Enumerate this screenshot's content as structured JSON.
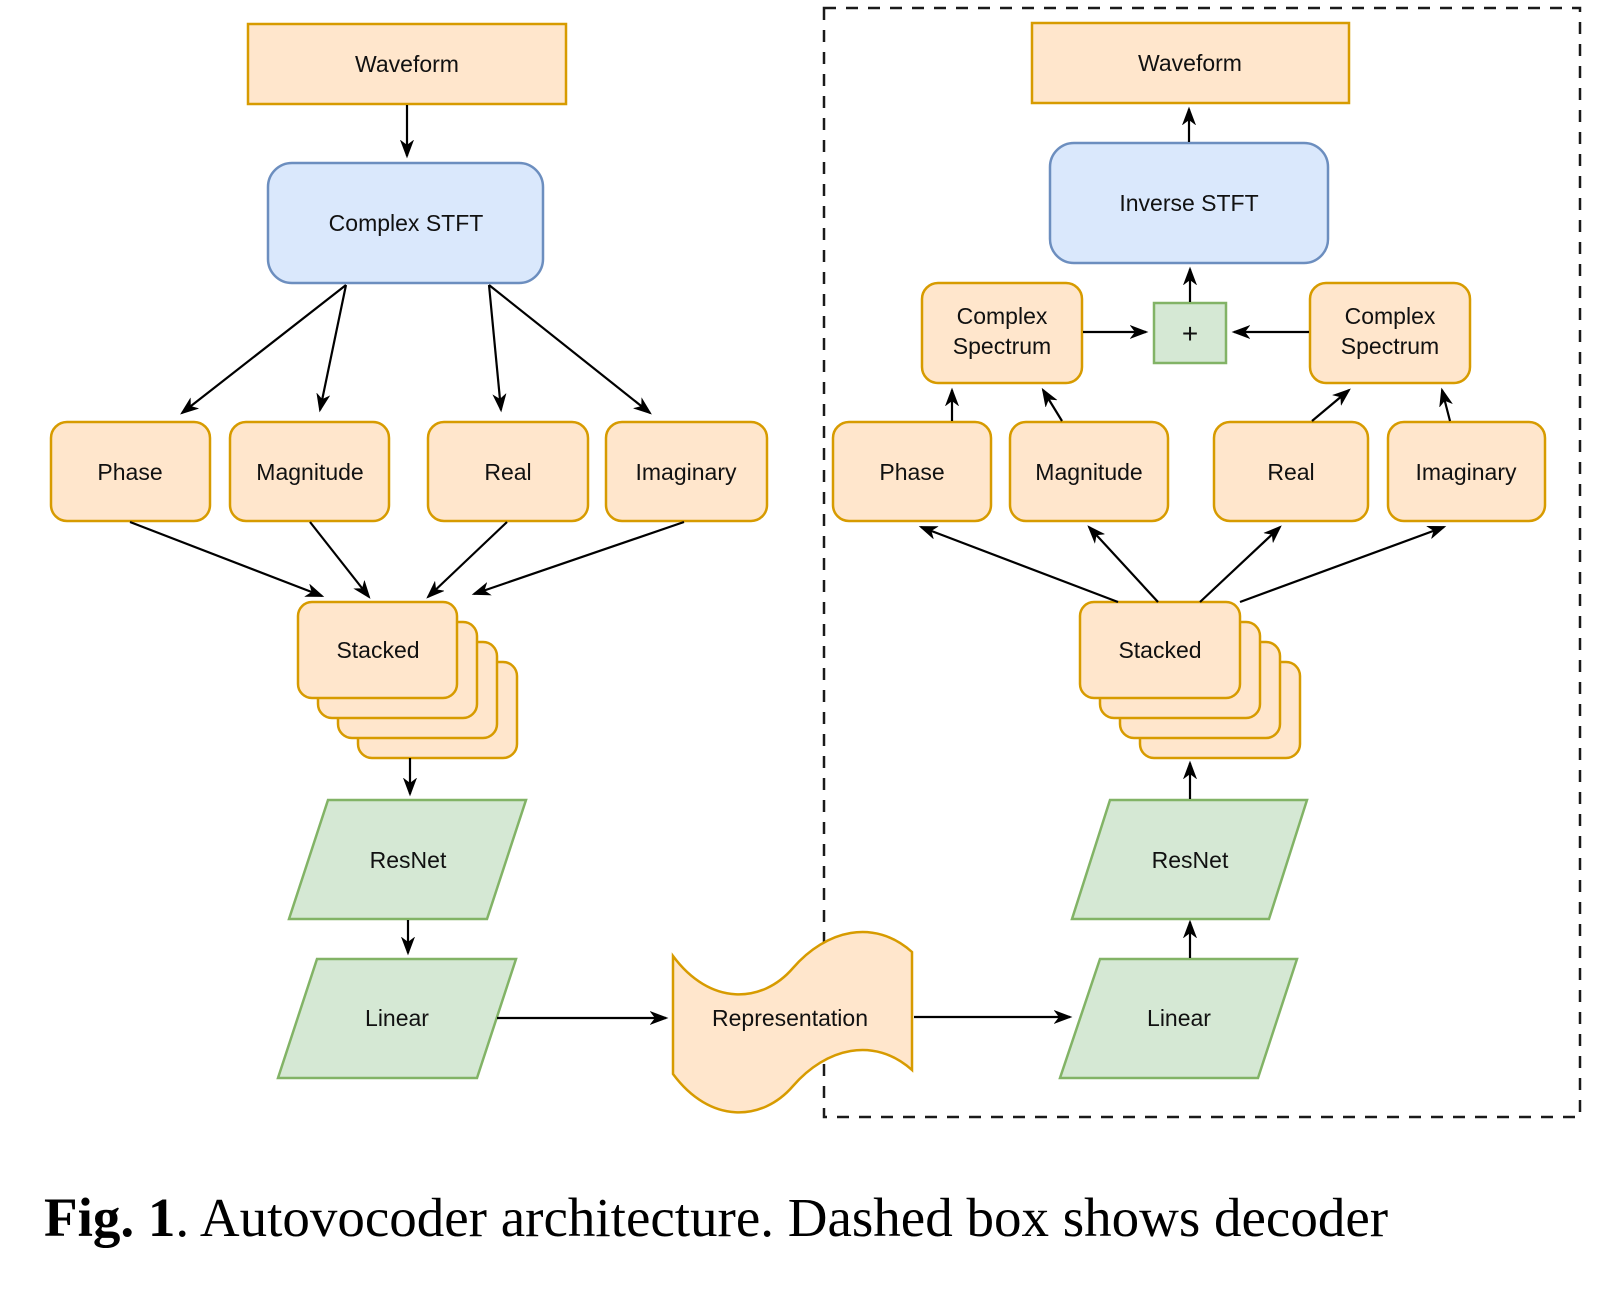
{
  "caption": {
    "fig_label": "Fig. 1",
    "text": ". Autovocoder architecture. Dashed box shows decoder"
  },
  "nodes": {
    "encoder": {
      "waveform": "Waveform",
      "complex_stft": "Complex STFT",
      "phase": "Phase",
      "magnitude": "Magnitude",
      "real": "Real",
      "imaginary": "Imaginary",
      "stacked": "Stacked",
      "resnet": "ResNet",
      "linear": "Linear"
    },
    "representation": "Representation",
    "decoder": {
      "linear": "Linear",
      "resnet": "ResNet",
      "stacked": "Stacked",
      "phase": "Phase",
      "magnitude": "Magnitude",
      "real": "Real",
      "imaginary": "Imaginary",
      "complex_spectrum_line1": "Complex",
      "complex_spectrum_line2": "Spectrum",
      "plus": "+",
      "inverse_stft": "Inverse STFT",
      "waveform": "Waveform"
    }
  },
  "colors": {
    "node_orange_fill": "#FFE6CC",
    "node_orange_stroke": "#D79B00",
    "node_blue_fill": "#DAE8FC",
    "node_blue_stroke": "#6C8EBF",
    "node_green_fill": "#D5E8D4",
    "node_green_stroke": "#82B366",
    "edge_color": "#000000",
    "background": "#FFFFFF"
  }
}
